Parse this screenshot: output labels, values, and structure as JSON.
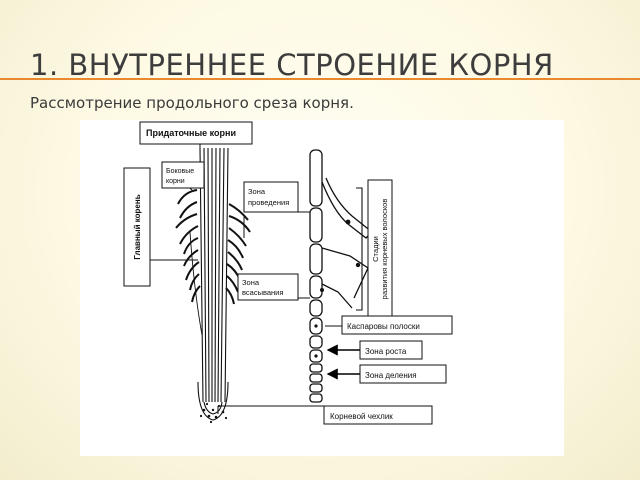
{
  "slide": {
    "title": "1. ВНУТРЕННЕЕ СТРОЕНИЕ КОРНЯ",
    "subtitle": "Рассмотрение продольного среза корня."
  },
  "figure": {
    "labels": {
      "adventitious_roots": "Придаточные корни",
      "lateral_roots_1": "Боковые",
      "lateral_roots_2": "корни",
      "main_root": "Главный корень",
      "conduction_zone_1": "Зона",
      "conduction_zone_2": "проведения",
      "absorption_zone_1": "Зона",
      "absorption_zone_2": "всасывания",
      "root_hair_stages_1": "Стадии",
      "root_hair_stages_2": "развития корневых волосков",
      "casparian_strips": "Каспаровы полоски",
      "growth_zone": "Зона роста",
      "division_zone": "Зона деления",
      "root_cap": "Корневой чехлик"
    }
  },
  "colors": {
    "title_text": "#3d3d3d",
    "title_rule": "#e8892f",
    "background": "#fdf9e3",
    "figure_background": "#ffffff"
  }
}
